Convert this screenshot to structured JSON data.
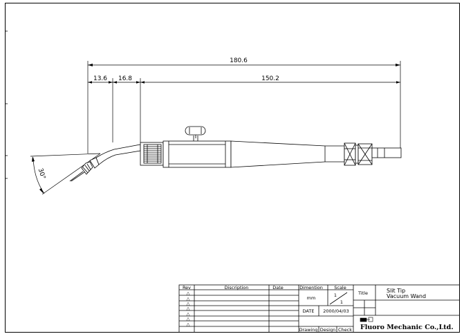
{
  "dimensions": {
    "overall": "180.6",
    "segment_a": "13.6",
    "segment_b": "16.8",
    "segment_c": "150.2",
    "tip_angle": "30°"
  },
  "title_block": {
    "headers": {
      "rev": "Rev",
      "description": "Discription",
      "date": "Date",
      "dimension": "Dimention",
      "scale": "Scale",
      "title": "Title",
      "drawing": "Drawing",
      "design": "Design",
      "check": "Check"
    },
    "rev_marks": [
      "△",
      "△",
      "△",
      "△",
      "△",
      "△",
      "△"
    ],
    "units": "mm",
    "scale_top": "1",
    "scale_bottom": "1",
    "date_label": "DATE",
    "date_value": "2000/04/03",
    "title_line1": "Slit Tip",
    "title_line2": "Vacuum Wand",
    "company": "Fluoro Mechanic Co.,Ltd."
  }
}
